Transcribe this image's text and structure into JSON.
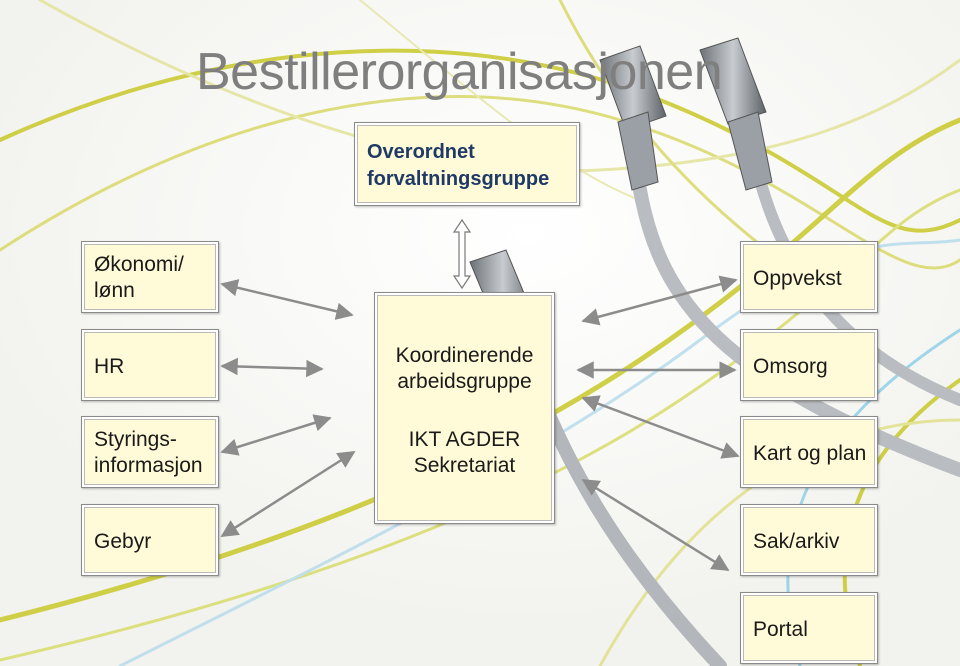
{
  "title": "Bestillerorganisasjonen",
  "top_box": {
    "label": "Overordnet\nforvaltningsgruppe"
  },
  "center_box": {
    "line1": "Koordinerende\narbeidsgruppe",
    "line2": "IKT AGDER\nSekretariat"
  },
  "left_boxes": [
    {
      "label": "Økonomi/\nlønn"
    },
    {
      "label": "HR"
    },
    {
      "label": "Styrings-\ninformasjon"
    },
    {
      "label": "Gebyr"
    }
  ],
  "right_boxes": [
    {
      "label": "Oppvekst"
    },
    {
      "label": "Omsorg"
    },
    {
      "label": "Kart og plan"
    },
    {
      "label": "Sak/arkiv"
    },
    {
      "label": "Portal"
    }
  ],
  "colors": {
    "box_fill": "#fffbd8",
    "title": "#7f7f7f",
    "top_box_text": "#1f3a66",
    "arrow": "#8c8c8c",
    "cable_green": "#c9c92a",
    "cable_blue": "#8fd0e8",
    "cable_gray": "#b9bcc0"
  },
  "icons": [
    "network-cable-icon"
  ]
}
